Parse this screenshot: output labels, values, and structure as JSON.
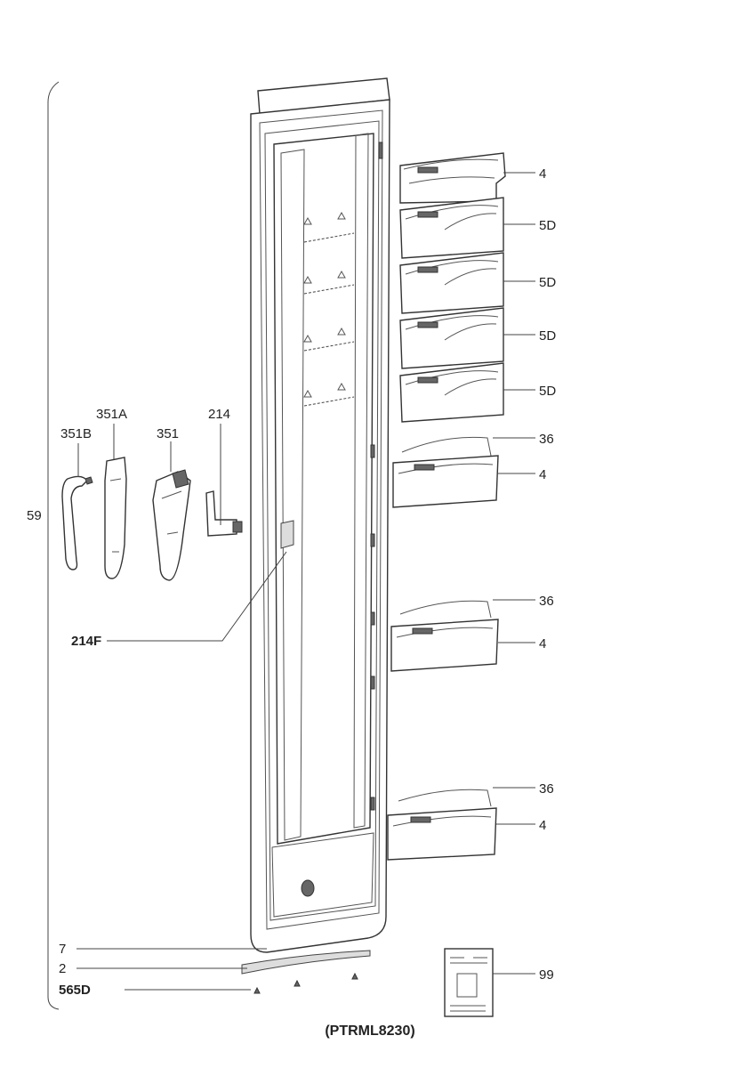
{
  "diagram": {
    "caption": "(PTRML8230)",
    "callouts": {
      "c4a": "4",
      "c5d1": "5D",
      "c5d2": "5D",
      "c5d3": "5D",
      "c5d4": "5D",
      "c36a": "36",
      "c4b": "4",
      "c36b": "36",
      "c4c": "4",
      "c36c": "36",
      "c4d": "4",
      "c99": "99",
      "c351b": "351B",
      "c351a": "351A",
      "c351": "351",
      "c214": "214",
      "c59": "59",
      "c214f": "214F",
      "c7": "7",
      "c2": "2",
      "c565d": "565D"
    }
  }
}
